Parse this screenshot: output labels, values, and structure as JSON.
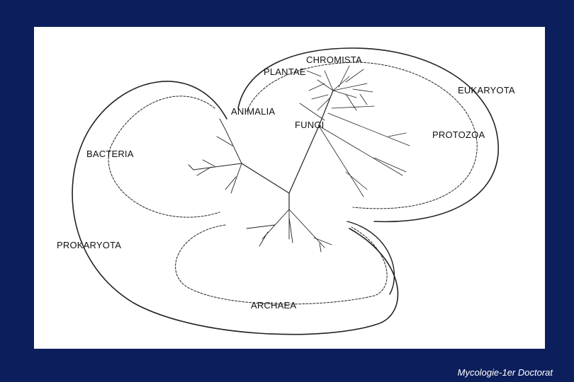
{
  "diagram": {
    "labels": {
      "chromista": "CHROMISTA",
      "plantae": "PLANTAE",
      "eukaryota": "EUKARYOTA",
      "animalia": "ANIMALIA",
      "fungi": "FUNGI",
      "protozoa": "PROTOZOA",
      "bacteria": "BACTERIA",
      "prokaryota": "PROKARYOTA",
      "archaea": "ARCHAEA"
    }
  },
  "footer": {
    "caption": "Mycologie-1er Doctorat"
  }
}
